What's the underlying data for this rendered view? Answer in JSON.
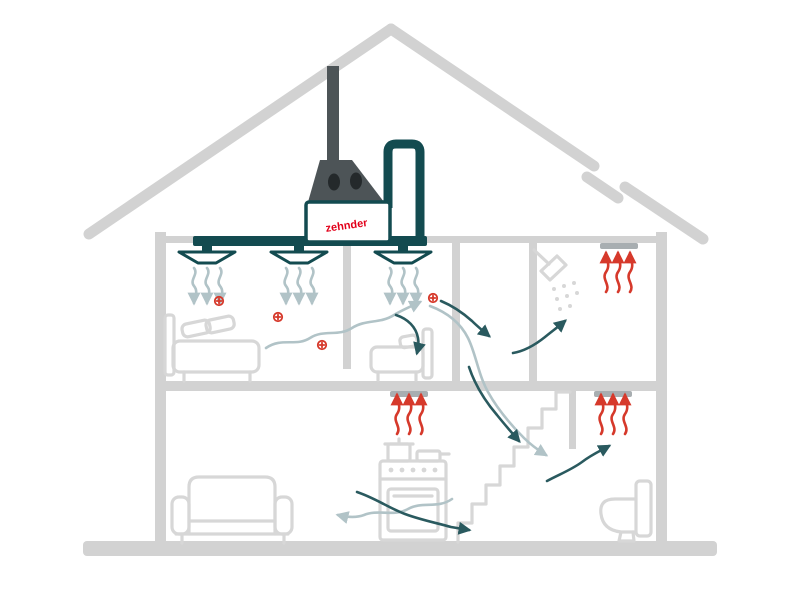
{
  "diagram": {
    "brand_logo": "zehnder",
    "elements": {
      "ceiling_supply_diffusers": 3,
      "extract_air_vents": 3,
      "fresh_air_markers": 4,
      "floors": 2
    },
    "icons": [
      "exhaust-pipe-icon",
      "ventilation-unit-icon",
      "supply-duct-icon",
      "ceiling-diffuser-icon",
      "extract-vent-icon",
      "fresh-air-marker-icon",
      "supply-air-arrow-icon",
      "extract-air-arrow-icon",
      "warm-air-arrow-icon",
      "bed-icon",
      "crib-icon",
      "shower-icon",
      "sofa-icon",
      "stove-icon",
      "stairs-icon",
      "toilet-icon"
    ]
  },
  "colors": {
    "background": "#ffffff",
    "house": "#d2d2d2",
    "furniture": "#d7d7d7",
    "duct_teal": "#134b50",
    "extract_arrow": "#2a5a5f",
    "supply_arrow": "#b1c3c7",
    "heat_red": "#d6392b",
    "logo_red": "#e2001a",
    "funnel_gray": "#4d5457",
    "hole_dark": "#24292b",
    "vent_gray": "#a8aeb1"
  }
}
